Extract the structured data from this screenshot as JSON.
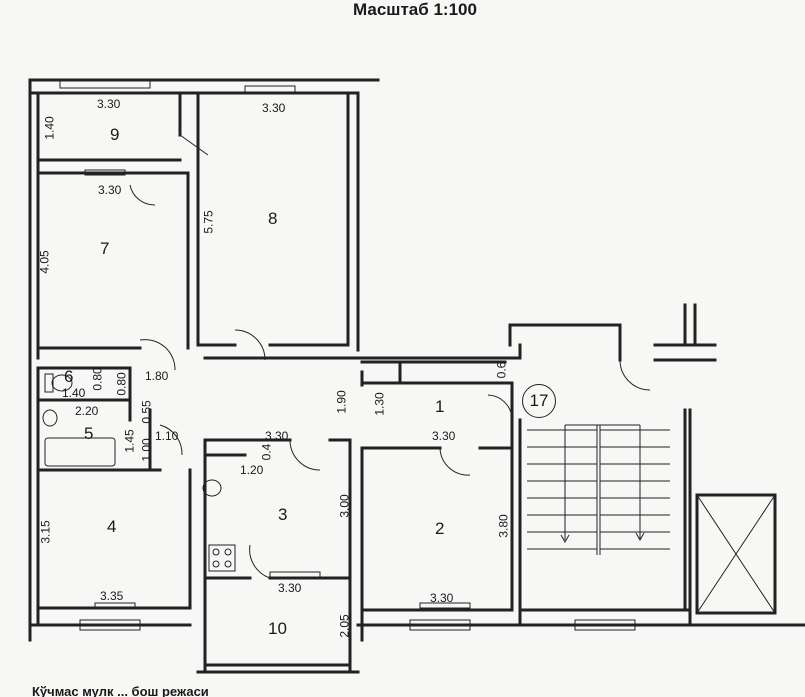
{
  "title": "Масштаб 1:100",
  "rooms": {
    "r1": "1",
    "r2": "2",
    "r3": "3",
    "r4": "4",
    "r5": "5",
    "r6": "6",
    "r7": "7",
    "r8": "8",
    "r9": "9",
    "r10": "10",
    "stair": "17"
  },
  "dimensions": {
    "r9_width": "3.30",
    "r9_depth": "1.40",
    "r8_width": "3.30",
    "r8_depth": "5.75",
    "r7_width": "3.30",
    "r7_depth": "4.05",
    "r6_a": "1.40",
    "r6_b": "0.80",
    "r6_c": "0.80",
    "r5_width": "2.20",
    "r5_depth": "1.45",
    "r5_c": "0.55",
    "hall_a": "1.80",
    "hall_b": "1.00",
    "hall_c": "1.10",
    "r1_a": "1.90",
    "r1_b": "1.30",
    "r1_c": "0.6",
    "r3_width": "3.30",
    "r3_depth": "3.00",
    "r3_pantry": "1.20",
    "r3_small": "0.4",
    "r2_width": "3.30",
    "r2_depth": "3.80",
    "r2_bottom": "3.30",
    "r4_width": "3.35",
    "r4_depth": "3.15",
    "r10_width": "3.30",
    "r10_depth": "2.05"
  },
  "footer": "Кўчмас мулк ... бош режаси",
  "colors": {
    "wall": "#222222",
    "paper": "#f7f7f5"
  }
}
